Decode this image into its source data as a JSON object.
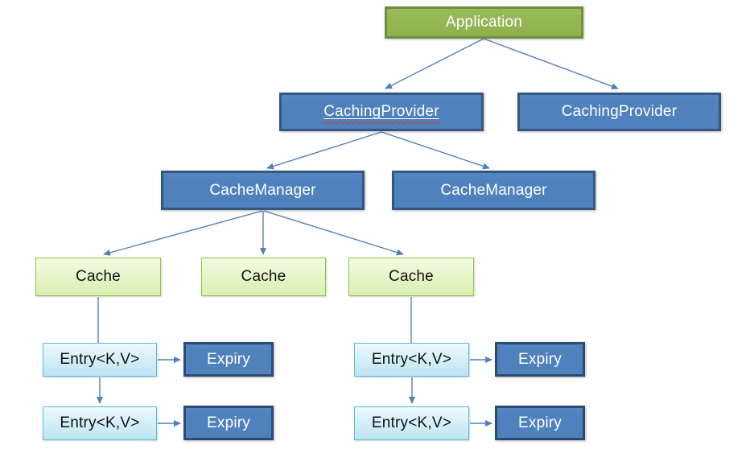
{
  "colors": {
    "green_fill": "#9ABB59",
    "green_fill_b": "#8FB04D",
    "green_border": "#6E8F3F",
    "blue_fill": "#4F81BD",
    "blue_border": "#35577F",
    "blue_border_dark": "#2B4B74",
    "light_green_top": "#F3FBE4",
    "light_green_bottom": "#D9EFB0",
    "light_green_border": "#94C141",
    "light_blue_top": "#EDFAFD",
    "light_blue_bottom": "#BCE4F3",
    "light_blue_border": "#55BEDE",
    "arrow": "#4F81BD",
    "squiggle": "#CE3C31"
  },
  "nodes": {
    "application": "Application",
    "caching_provider_1": "CachingProvider",
    "caching_provider_2": "CachingProvider",
    "cache_manager_1": "CacheManager",
    "cache_manager_2": "CacheManager",
    "cache_1": "Cache",
    "cache_2": "Cache",
    "cache_3": "Cache",
    "entry_1a": "Entry<K,V>",
    "expiry_1a": "Expiry",
    "entry_1b": "Entry<K,V>",
    "expiry_1b": "Expiry",
    "entry_2a": "Entry<K,V>",
    "expiry_2a": "Expiry",
    "entry_2b": "Entry<K,V>",
    "expiry_2b": "Expiry"
  }
}
